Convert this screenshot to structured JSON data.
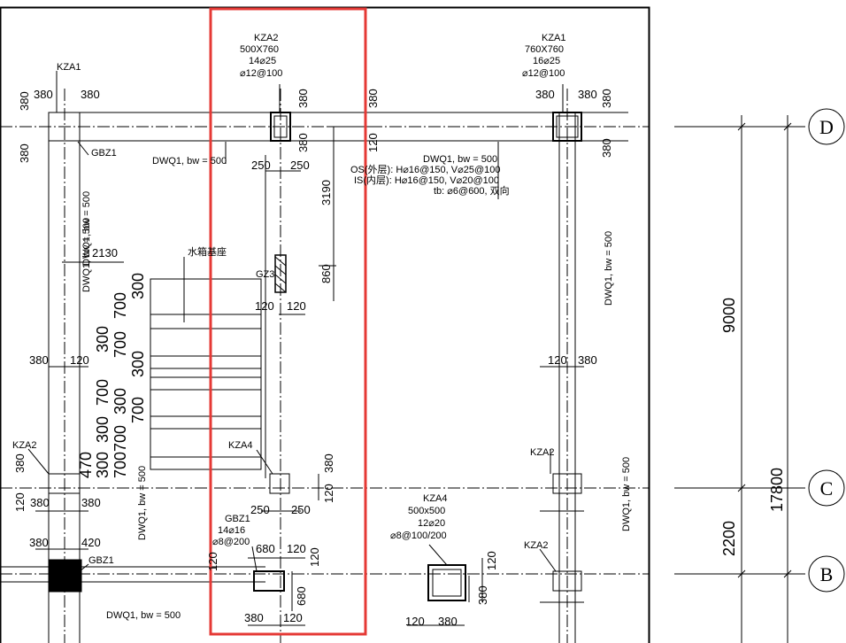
{
  "drawing": {
    "colors": {
      "line": "#000000",
      "highlight": "#e53935"
    },
    "labels": {
      "kza2_top": [
        "KZA2",
        "500X760",
        "14⌀25",
        "⌀12@100"
      ],
      "kza1_top": [
        "KZA1",
        "760X760",
        "16⌀25",
        "⌀12@100"
      ],
      "kza1_left": "KZA1",
      "gbz1_top": "GBZ1",
      "gbz1_low_a": "GBZ1",
      "gbz1_low_b": [
        "GBZ1",
        "14⌀16",
        "⌀8@200"
      ],
      "kza2_left": "KZA2",
      "kza2_right_mid": "KZA2",
      "kza2_right_low": "KZA2",
      "kza4_mid": "KZA4",
      "kza4_right": [
        "KZA4",
        "500x500",
        "12⌀20",
        "⌀8@100/200"
      ],
      "gz3": "GZ3",
      "tank": "水箱基座",
      "dwq_top_left": "DWQ1, bw = 500",
      "dwq_top_right": [
        "DWQ1, bw = 500",
        "OS(外层): H⌀16@150, V⌀25@100",
        "IS(内层): H⌀16@150, V⌀20@100",
        "tb: ⌀6@600, 双向"
      ],
      "dwq_left_v1": "DWQ1, bw = 500",
      "dwq_left_v2": "DWQ1, bw = 500",
      "dwq_left_v3": "DWQ1, bw = 500",
      "dwq_right_v1": "DWQ1, bw = 500",
      "dwq_right_v2": "DWQ1, bw = 500",
      "dwq_bottom": "DWQ1, bw = 500"
    },
    "dimensions": {
      "d380a": "380",
      "d380b": "380",
      "d380c": "380",
      "d380d": "380",
      "d380e": "380",
      "d380f": "380",
      "d380g": "380",
      "d380h": "380",
      "d380i": "380",
      "d380j": "380",
      "d380k": "380",
      "d380l": "380",
      "d380m": "380",
      "d380n": "380",
      "d380o": "380",
      "d380p": "380",
      "d380q": "380",
      "d380r": "380",
      "d380s": "380",
      "d380t": "380",
      "d380u": "380",
      "d120a": "120",
      "d120b": "120",
      "d120c": "120",
      "d120d": "120",
      "d120e": "120",
      "d120f": "120",
      "d120g": "120",
      "d120h": "120",
      "d120i": "120",
      "d120j": "120",
      "d120k": "120",
      "d120l": "120",
      "d120m": "120",
      "d250a": "250",
      "d250b": "250",
      "d250c": "250",
      "d250d": "250",
      "d3190": "3190",
      "d860": "860",
      "d2130": "2130",
      "d420": "420",
      "d680a": "680",
      "d680b": "680",
      "d470": "470",
      "d9000": "9000",
      "d17800": "17800",
      "d2200": "2200",
      "stack_left": [
        "300",
        "700",
        "300",
        "700",
        "300",
        "700",
        "300",
        "700",
        "300",
        "700",
        "300",
        "700"
      ]
    },
    "axes": {
      "D": "D",
      "C": "C",
      "B": "B"
    }
  }
}
